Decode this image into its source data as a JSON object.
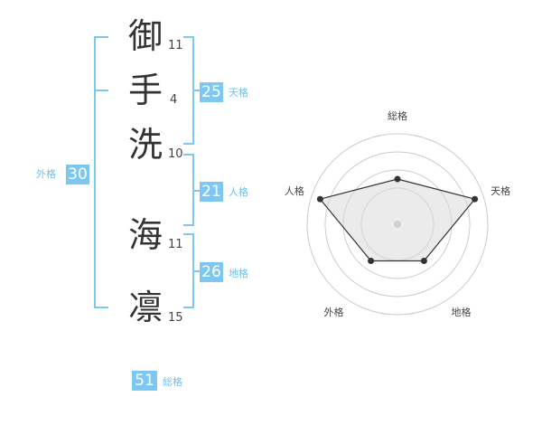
{
  "name": {
    "chars": [
      {
        "char": "御",
        "strokes": "11"
      },
      {
        "char": "手",
        "strokes": "4"
      },
      {
        "char": "洗",
        "strokes": "10"
      },
      {
        "char": "海",
        "strokes": "11"
      },
      {
        "char": "凛",
        "strokes": "15"
      }
    ]
  },
  "fortune": {
    "tenkaku": {
      "value": "25",
      "label": "天格"
    },
    "jinkaku": {
      "value": "21",
      "label": "人格"
    },
    "chikaku": {
      "value": "26",
      "label": "地格"
    },
    "gaikaku": {
      "value": "30",
      "label": "外格"
    },
    "soukaku": {
      "value": "51",
      "label": "総格"
    }
  },
  "colors": {
    "accent": "#7dc8f3",
    "text": "#333333"
  },
  "chart_data": {
    "type": "radar",
    "axes": [
      "総格",
      "天格",
      "地格",
      "外格",
      "人格"
    ],
    "values": [
      2.5,
      4.5,
      2.5,
      2.5,
      4.5
    ],
    "max": 5
  }
}
